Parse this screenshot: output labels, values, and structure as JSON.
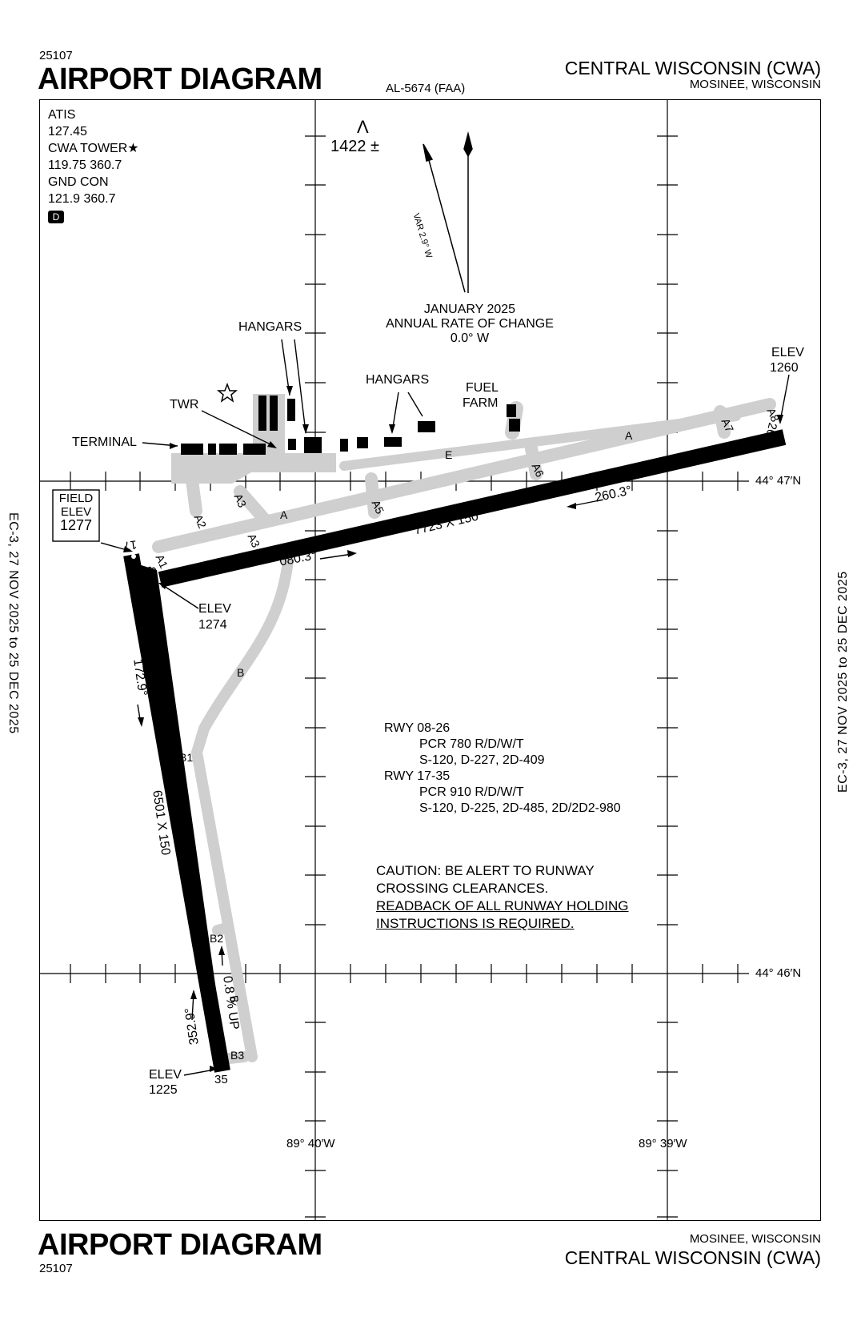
{
  "header": {
    "procedure_number": "25107",
    "title": "AIRPORT DIAGRAM",
    "al_number": "AL-5674 (FAA)",
    "airport_name": "CENTRAL WISCONSIN (CWA)",
    "city_state": "MOSINEE, WISCONSIN"
  },
  "footer": {
    "title": "AIRPORT DIAGRAM",
    "procedure_number": "25107",
    "city_state": "MOSINEE, WISCONSIN",
    "airport_name": "CENTRAL WISCONSIN (CWA)"
  },
  "side_note": "EC-3,  27 NOV 2025  to  25 DEC 2025",
  "frequencies": {
    "atis_label": "ATIS",
    "atis_freq": "127.45",
    "tower_label": "CWA TOWER★",
    "tower_freq": "119.75  360.7",
    "gnd_label": "GND CON",
    "gnd_freq": "121.9  360.7",
    "d_badge": "D"
  },
  "obstacle": {
    "symbol": "Λ",
    "height": "1422 ±"
  },
  "magnetic": {
    "var": "VAR 2.9° W",
    "epoch": "JANUARY 2025",
    "rate_title": "ANNUAL RATE OF CHANGE",
    "rate": "0.0° W"
  },
  "coordinates": {
    "lat_upper": "44° 47′N",
    "lat_lower": "44° 46′N",
    "lon_left": "89° 40′W",
    "lon_right": "89° 39′W"
  },
  "field_elev": {
    "line1": "FIELD",
    "line2": "ELEV",
    "value": "1277"
  },
  "labels": {
    "hangars": "HANGARS",
    "terminal": "TERMINAL",
    "twr": "TWR",
    "fuel_farm_1": "FUEL",
    "fuel_farm_2": "FARM",
    "elev": "ELEV"
  },
  "runways": {
    "rwy_08_26": {
      "dims": "7723 X 150",
      "hdg_08": "080.3°",
      "hdg_26": "260.3°",
      "end_08": "8",
      "end_26": "26",
      "elev_08": "1274",
      "elev_26": "1260"
    },
    "rwy_17_35": {
      "dims": "6501 X 150",
      "hdg_17": "172.9°",
      "hdg_35": "352.9°",
      "end_17": "17",
      "end_35": "35",
      "elev_35": "1225",
      "gradient": "0.8 % UP"
    }
  },
  "taxiways": [
    "A",
    "A1",
    "A2",
    "A3",
    "A5",
    "A6",
    "A7",
    "A8",
    "B",
    "B1",
    "B2",
    "B3",
    "E"
  ],
  "rwy_data": {
    "rwy1_label": "RWY  08-26",
    "rwy1_pcr": "PCR 780 R/D/W/T",
    "rwy1_gear": "S-120, D-227, 2D-409",
    "rwy2_label": "RWY  17-35",
    "rwy2_pcr": "PCR 910 R/D/W/T",
    "rwy2_gear": "S-120, D-225, 2D-485, 2D/2D2-980"
  },
  "caution": {
    "line1": "CAUTION: BE ALERT TO RUNWAY",
    "line2": "CROSSING CLEARANCES.",
    "line3": "READBACK OF ALL RUNWAY HOLDING",
    "line4": "INSTRUCTIONS IS REQUIRED."
  },
  "colors": {
    "pavement": "#cfcfcf",
    "runway": "#000000",
    "ink": "#000000"
  }
}
